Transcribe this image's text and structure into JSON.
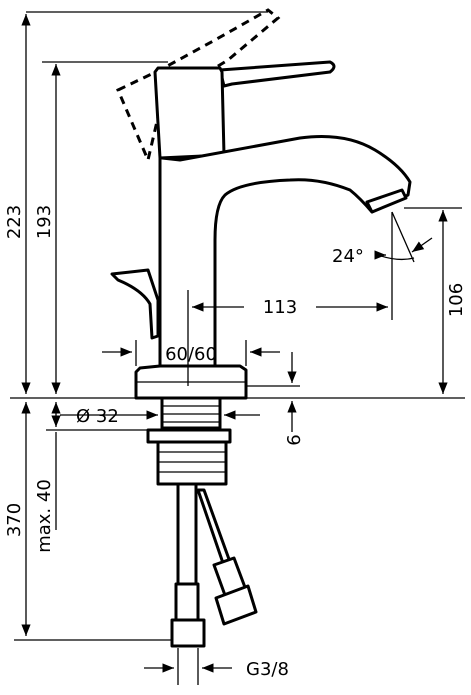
{
  "dimensions": {
    "total_height": "223",
    "spout_height": "193",
    "spout_reach": "113",
    "spout_outlet_height": "106",
    "spout_angle": "24°",
    "deck_base": "60/60",
    "hole_diameter": "Ø 32",
    "base_offset": "6",
    "below_deck_length": "370",
    "max_deck_thickness": "max. 40",
    "connection_thread": "G3/8"
  }
}
